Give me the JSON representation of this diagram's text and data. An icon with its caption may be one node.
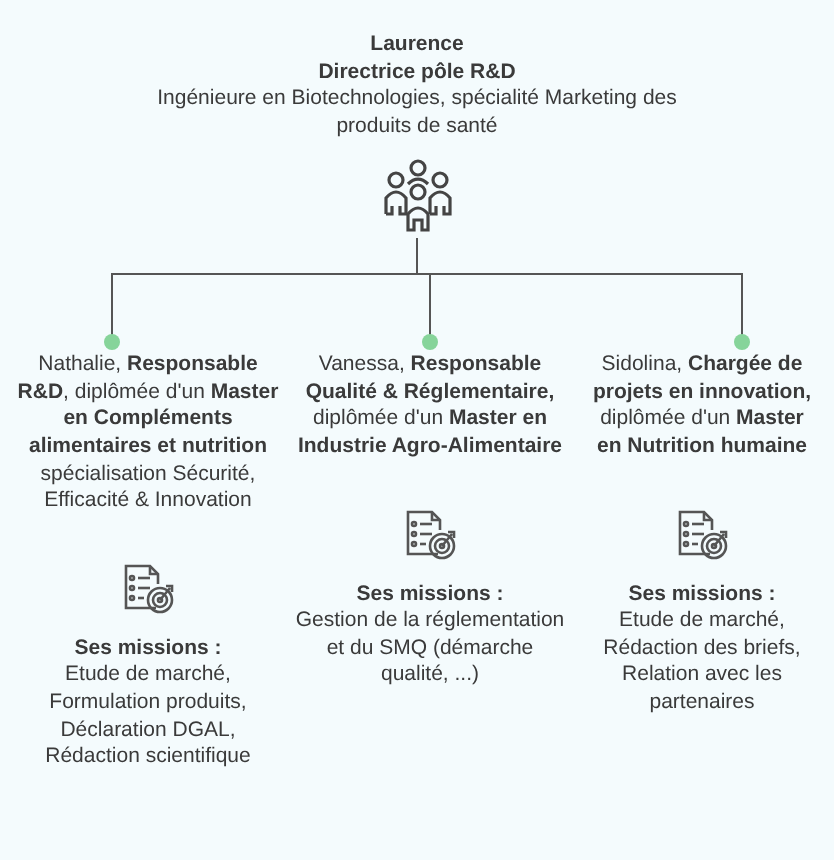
{
  "diagram": {
    "nodes": [
      {
        "text": [
          "Laurence",
          "Directrice pôle R&D",
          "Ingénieure en Biotechnologies, spécialité Marketing des produits de santé"
        ]
      },
      {
        "text": [
          "Nathalie, **Responsable R&D**, diplômée d'un **Master en Compléments alimentaires et nutrition** spécialisation Sécurité, Efficacité & Innovation",
          "Ses missions :",
          "Etude de marché, Formulation produits, Déclaration DGAL, Rédaction scientifique"
        ]
      },
      {
        "text": [
          "Vanessa, **Responsable Qualité & Réglementaire,** diplômée d'un **Master en Industrie Agro-Alimentaire**",
          "Ses missions :",
          "Gestion de la réglementation et du SMQ (démarche qualité, ...)"
        ]
      },
      {
        "text": [
          "Sidolina, **Chargée de projets en innovation,** diplômée d'un **Master en Nutrition humaine**",
          "Ses missions :",
          "Etude de marché, Rédaction des briefs, Relation avec les partenaires"
        ]
      }
    ],
    "edges": [
      {
        "from": 0,
        "to": 1,
        "arrow": "other"
      },
      {
        "from": 0,
        "to": 2,
        "arrow": "other"
      },
      {
        "from": 0,
        "to": 3,
        "arrow": "other"
      }
    ]
  }
}
